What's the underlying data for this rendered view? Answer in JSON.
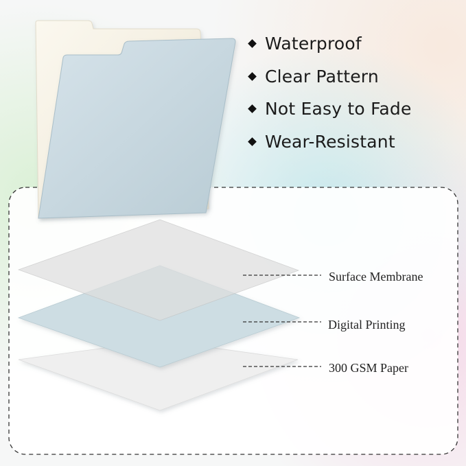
{
  "features": [
    {
      "label": "Waterproof"
    },
    {
      "label": "Clear Pattern"
    },
    {
      "label": "Not Easy to Fade"
    },
    {
      "label": "Wear-Resistant"
    }
  ],
  "layers": {
    "surface": {
      "label": "Surface Membrane"
    },
    "printing": {
      "label": "Digital Printing"
    },
    "paper": {
      "label": "300 GSM Paper"
    }
  },
  "icons": {
    "bullet": "diamond-icon"
  },
  "colors": {
    "folder_back": "#f7f3e6",
    "folder_front": "#c9dbe3",
    "layer_surface": "#e8e8e8",
    "layer_printing": "#cddde3",
    "layer_paper": "#efefef",
    "border": "#333333"
  }
}
